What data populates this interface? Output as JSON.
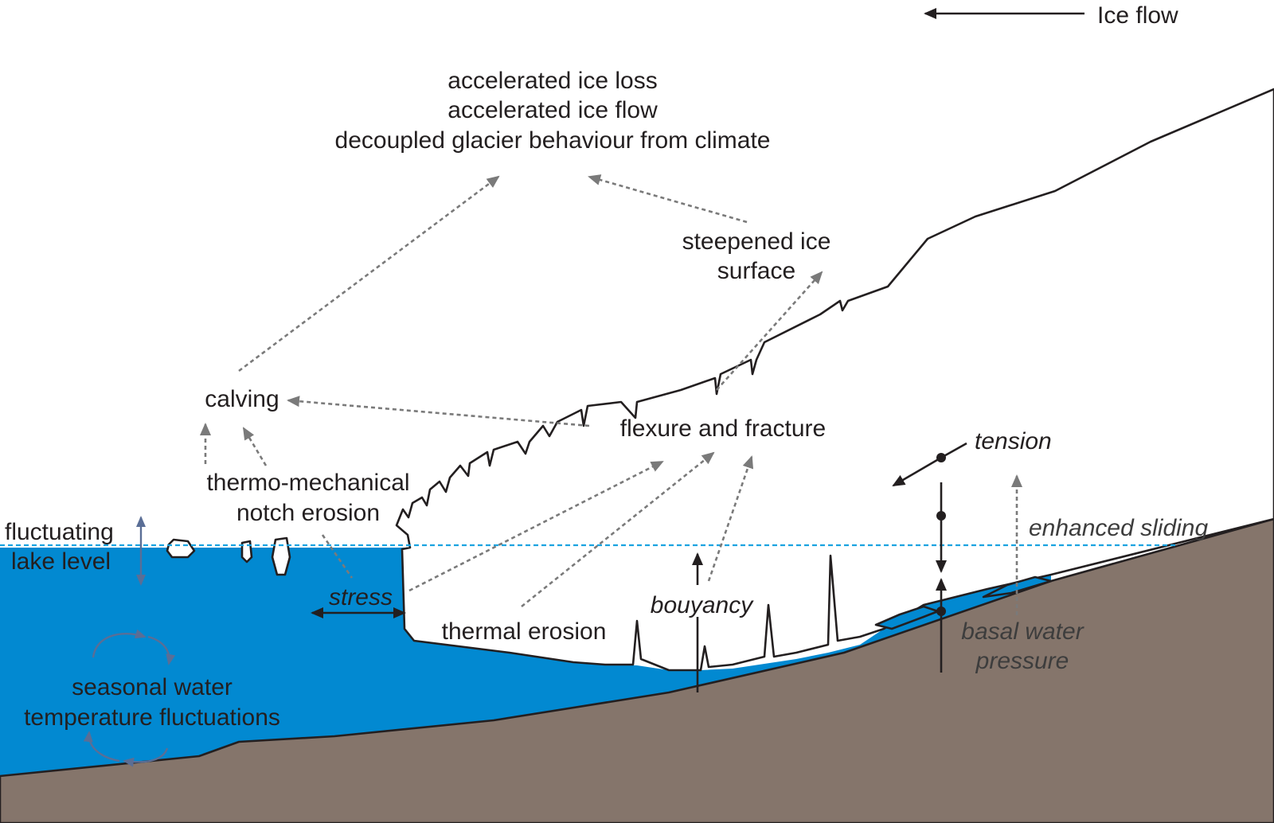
{
  "legend": {
    "ice_flow_label": "Ice flow"
  },
  "outcomes": {
    "line1": "accelerated ice loss",
    "line2": "accelerated ice flow",
    "line3": "decoupled glacier behaviour from climate"
  },
  "labels": {
    "steepened_line1": "steepened ice",
    "steepened_line2": "surface",
    "calving": "calving",
    "flexure": "flexure and fracture",
    "notch_line1": "thermo-mechanical",
    "notch_line2": "notch erosion",
    "fluct_line1": "fluctuating",
    "fluct_line2": "lake level",
    "stress": "stress",
    "thermal_erosion": "thermal erosion",
    "bouyancy": "bouyancy",
    "tension": "tension",
    "enhanced_sliding": "enhanced sliding",
    "basal_line1": "basal water",
    "basal_line2": "pressure",
    "seasonal_line1": "seasonal water",
    "seasonal_line2": "temperature fluctuations"
  },
  "colors": {
    "lake": "#0289d1",
    "bedrock": "#85756b",
    "ice": "#ffffff",
    "outline": "#231f20",
    "dashed_arrow": "#7a7a7a",
    "lake_level_line": "#1aa3e0",
    "seasonal_arrows": "#5a6e96"
  }
}
